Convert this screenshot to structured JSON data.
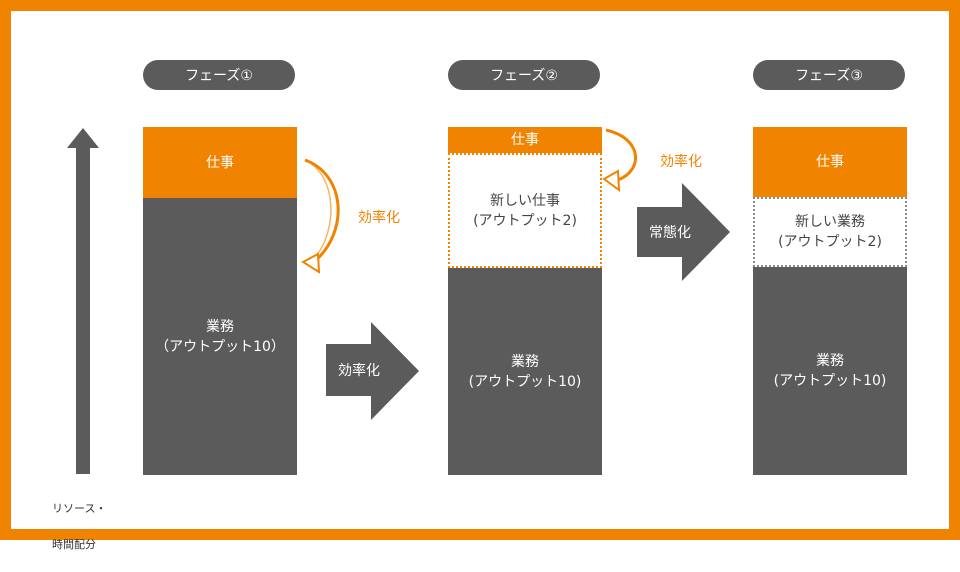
{
  "phases": {
    "phase1": "フェーズ①",
    "phase2": "フェーズ②",
    "phase3": "フェーズ③"
  },
  "axis": {
    "label_line1": "リソース・",
    "label_line2": "時間配分"
  },
  "phase1": {
    "work": "仕事",
    "business_line1": "業務",
    "business_line2": "（アウトプット10）",
    "curve_label": "効率化"
  },
  "arrow1": {
    "label": "効率化"
  },
  "phase2": {
    "work": "仕事",
    "new_line1": "新しい仕事",
    "new_line2": "(アウトプット2)",
    "business_line1": "業務",
    "business_line2": "(アウトプット10)",
    "curve_label": "効率化"
  },
  "arrow2": {
    "label": "常態化"
  },
  "phase3": {
    "work": "仕事",
    "new_line1": "新しい業務",
    "new_line2": "(アウトプット2)",
    "business_line1": "業務",
    "business_line2": "(アウトプット10)"
  },
  "colors": {
    "accent": "#f08300",
    "dark": "#5b5b5b",
    "background": "#ffffff"
  }
}
